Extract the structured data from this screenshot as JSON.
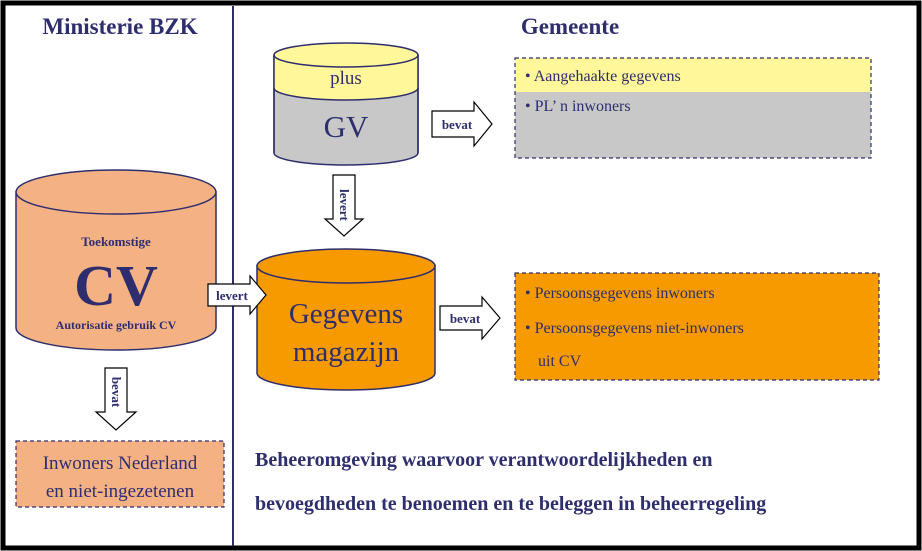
{
  "headers": {
    "left": "Ministerie BZK",
    "right": "Gemeente"
  },
  "gv": {
    "top": "plus",
    "label": "GV"
  },
  "cv": {
    "top_label": "Toekomstige",
    "label": "CV",
    "bottom_label": "Autorisatie gebruik CV"
  },
  "gm": {
    "line1": "Gegevens",
    "line2": "magazijn"
  },
  "arrows": {
    "bevat_gv": "bevat",
    "levert_down": "levert",
    "levert_right": "levert",
    "bevat_gm": "bevat",
    "bevat_cv": "bevat"
  },
  "gv_box": {
    "items": [
      "• Aangehaakte gegevens",
      "• PL’ n inwoners"
    ]
  },
  "gm_box": {
    "items": [
      "• Persoonsgegevens inwoners",
      "• Persoonsgegevens niet-inwoners",
      "uit CV"
    ]
  },
  "inwoners_box": {
    "line1": "Inwoners Nederland",
    "line2": "en niet-ingezetenen"
  },
  "footer": {
    "line1": "Beheeromgeving waarvoor verantwoordelijkheden en",
    "line2": "bevoegdheden te benoemen en te beleggen in beheerregeling"
  },
  "colors": {
    "navy": "#2e2e6e",
    "yellow": "#fff799",
    "gray": "#c8c8c8",
    "peach": "#f4b184",
    "orange": "#f79a00"
  }
}
